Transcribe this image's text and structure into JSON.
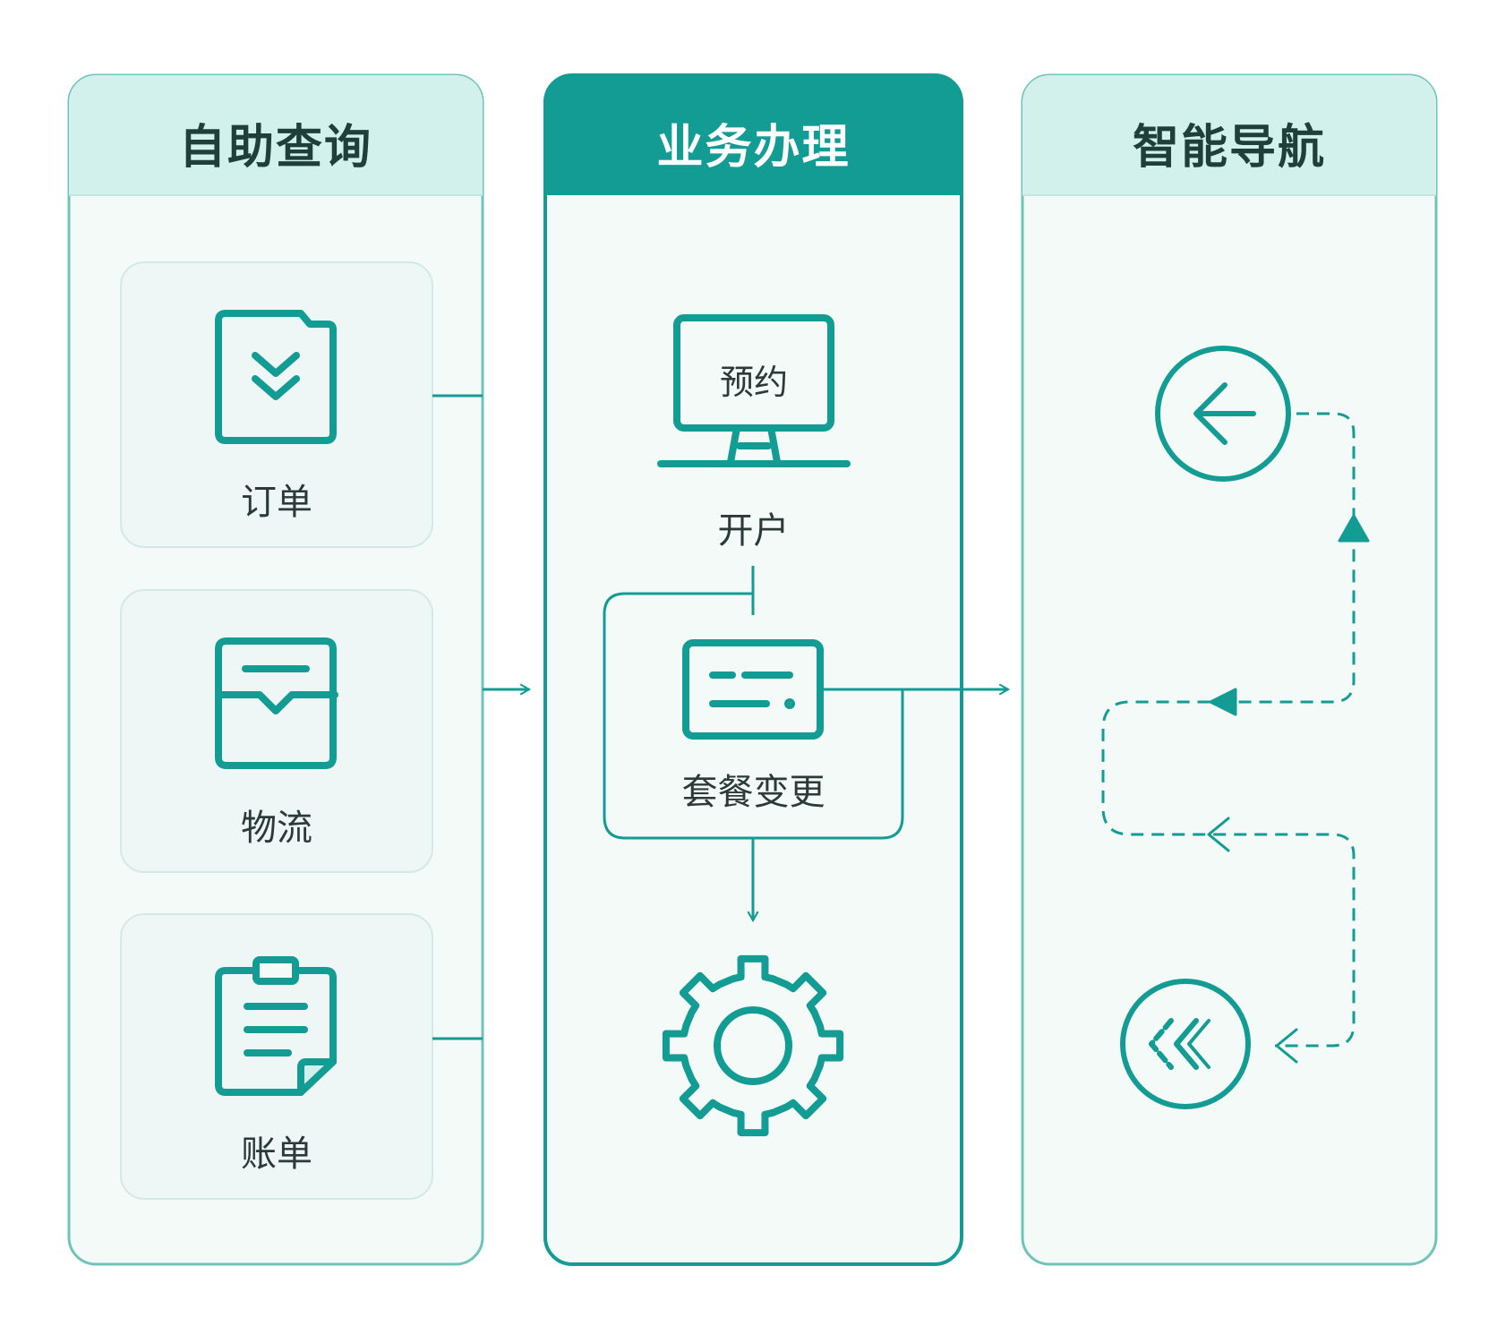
{
  "colors": {
    "accent": "#129c93",
    "accent_dark": "#0e8a82",
    "header_light": "#d3f1ec",
    "panel_bg": "#f3faf8",
    "card_bg": "#eef7f5",
    "panel_border": "#57b9ad",
    "text": "#1f3f3a"
  },
  "columns": {
    "left": {
      "title": "自助查询",
      "items": [
        {
          "label": "订单",
          "icon": "order-download-icon"
        },
        {
          "label": "物流",
          "icon": "logistics-folder-icon"
        },
        {
          "label": "账单",
          "icon": "bill-clipboard-icon"
        }
      ]
    },
    "middle": {
      "title": "业务办理",
      "monitor_text": "预约",
      "items": [
        {
          "label": "开户",
          "icon": "monitor-icon"
        },
        {
          "label": "套餐变更",
          "icon": "card-icon"
        },
        {
          "label": "",
          "icon": "gear-icon"
        }
      ]
    },
    "right": {
      "title": "智能导航",
      "items": [
        {
          "icon": "back-arrow-circle-icon"
        },
        {
          "icon": "chevrons-circle-icon"
        }
      ]
    }
  }
}
